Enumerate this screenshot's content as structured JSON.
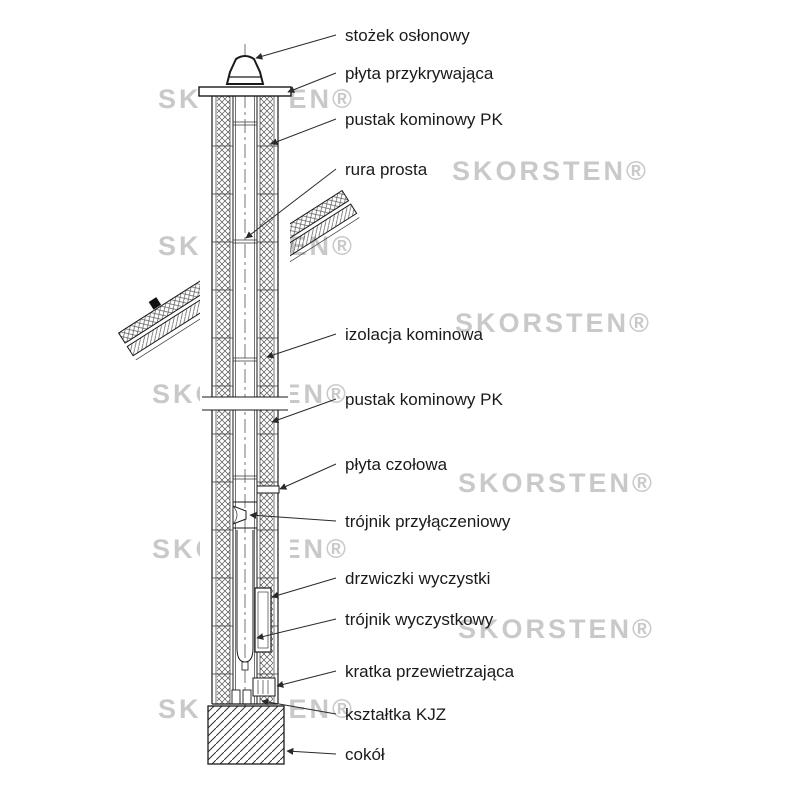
{
  "watermark": {
    "text": "SKORSTEN®"
  },
  "labels": [
    {
      "id": "stozek-oslonowy",
      "text": "stożek osłonowy"
    },
    {
      "id": "plyta-przykrywajaca",
      "text": "płyta przykrywająca"
    },
    {
      "id": "pustak-kominowy-pk-1",
      "text": "pustak kominowy PK"
    },
    {
      "id": "rura-prosta",
      "text": "rura prosta"
    },
    {
      "id": "izolacja-kominowa",
      "text": "izolacja kominowa"
    },
    {
      "id": "pustak-kominowy-pk-2",
      "text": "pustak kominowy PK"
    },
    {
      "id": "plyta-czolowa",
      "text": "płyta czołowa"
    },
    {
      "id": "trojnik-przylaczeniowy",
      "text": "trójnik przyłączeniowy"
    },
    {
      "id": "drzwiczki-wyczystki",
      "text": "drzwiczki wyczystki"
    },
    {
      "id": "trojnik-wyczystkowy",
      "text": "trójnik wyczystkowy"
    },
    {
      "id": "kratka-przewietrzajaca",
      "text": "kratka przewietrzająca"
    },
    {
      "id": "ksztaltka-kjz",
      "text": "kształtka KJZ"
    },
    {
      "id": "cokol",
      "text": "cokół"
    }
  ],
  "colors": {
    "line": "#1a1a1a",
    "watermark": "#c9c9c9",
    "background": "#ffffff"
  }
}
